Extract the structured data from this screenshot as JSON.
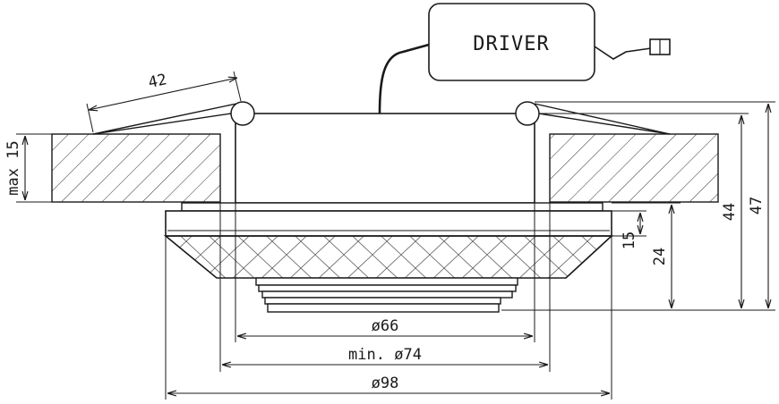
{
  "driver": {
    "label": "DRIVER"
  },
  "dimensions": {
    "clip_length": "42",
    "ceiling_max": "max 15",
    "dia_66": "ø66",
    "dia_74": "min. ø74",
    "dia_98": "ø98",
    "height_15": "15",
    "height_24": "24",
    "height_44": "44",
    "height_47": "47"
  },
  "colors": {
    "line": "#1a1a1a",
    "background": "#ffffff"
  }
}
